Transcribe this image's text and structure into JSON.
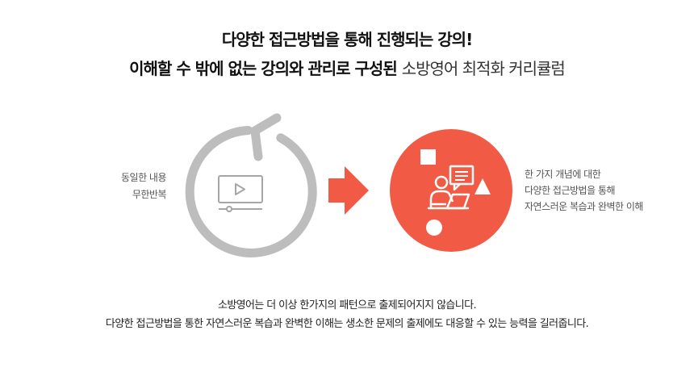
{
  "heading": {
    "line1": "다양한 접근방법을 통해 진행되는 강의!",
    "line2_bold": "이해할 수 밖에 없는 강의와 관리로 구성된 ",
    "line2_light": "소방영어 최적화 커리큘럼"
  },
  "left_caption": {
    "line1": "동일한 내용",
    "line2": "무한반복"
  },
  "right_caption": {
    "line1": "한 가지 개념에 대한",
    "line2": "다양한 접근방법을 통해",
    "line3": "자연스러운 복습과 완벽한 이해"
  },
  "footer": {
    "line1": "소방영어는 더 이상 한가지의 패턴으로 출제되어지지 않습니다.",
    "line2": "다양한 접근방법을 통한 자연스러운 복습과 완벽한 이해는 생소한 문제의 출제에도 대응할 수 있는 능력을 길러줍니다."
  },
  "colors": {
    "accent": "#f15a45",
    "loop_gray": "#bdbdbd",
    "icon_gray": "#a6a6a6"
  },
  "icons": {
    "repeat": "loop-arrow-icon",
    "video": "video-play-icon",
    "arrow": "right-arrow-icon",
    "learner": "learner-with-laptop-icon"
  }
}
